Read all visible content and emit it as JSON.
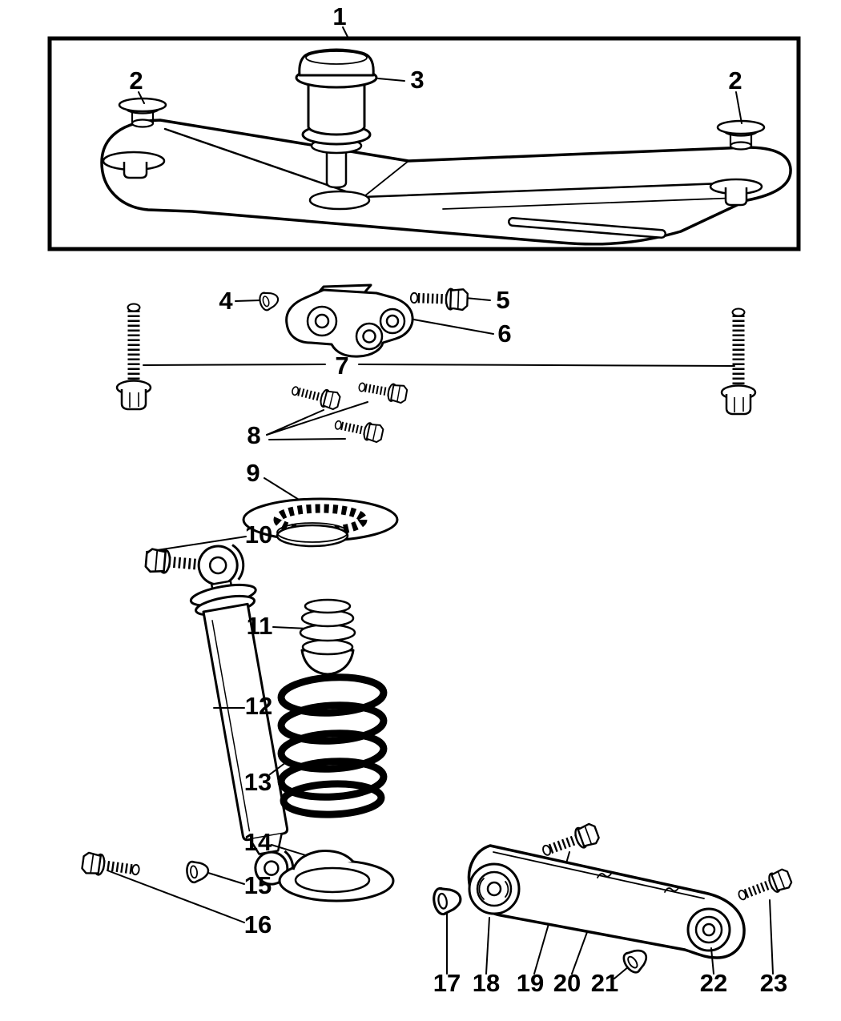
{
  "figure": {
    "background_color": "#ffffff",
    "line_color": "#000000",
    "label_color": "#000000"
  },
  "callouts": [
    {
      "name": "callout-1",
      "label": "1"
    },
    {
      "name": "callout-2-left",
      "label": "2"
    },
    {
      "name": "callout-3",
      "label": "3"
    },
    {
      "name": "callout-2-right",
      "label": "2"
    },
    {
      "name": "callout-4",
      "label": "4"
    },
    {
      "name": "callout-5",
      "label": "5"
    },
    {
      "name": "callout-6",
      "label": "6"
    },
    {
      "name": "callout-7",
      "label": "7"
    },
    {
      "name": "callout-8",
      "label": "8"
    },
    {
      "name": "callout-9",
      "label": "9"
    },
    {
      "name": "callout-10",
      "label": "10"
    },
    {
      "name": "callout-11",
      "label": "11"
    },
    {
      "name": "callout-12",
      "label": "12"
    },
    {
      "name": "callout-13",
      "label": "13"
    },
    {
      "name": "callout-14",
      "label": "14"
    },
    {
      "name": "callout-15",
      "label": "15"
    },
    {
      "name": "callout-16",
      "label": "16"
    },
    {
      "name": "callout-17",
      "label": "17"
    },
    {
      "name": "callout-18",
      "label": "18"
    },
    {
      "name": "callout-19",
      "label": "19"
    },
    {
      "name": "callout-20",
      "label": "20"
    },
    {
      "name": "callout-21",
      "label": "21"
    },
    {
      "name": "callout-22",
      "label": "22"
    },
    {
      "name": "callout-23",
      "label": "23"
    }
  ]
}
